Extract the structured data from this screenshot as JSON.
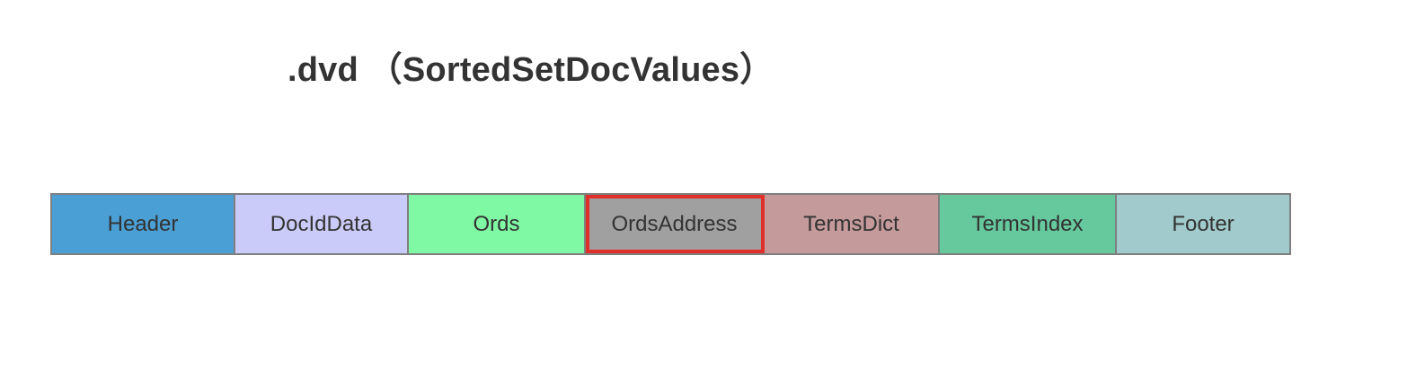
{
  "title": ".dvd （SortedSetDocValues）",
  "segments": [
    {
      "label": "Header",
      "color": "#4a9fd5"
    },
    {
      "label": "DocIdData",
      "color": "#cbcbf9"
    },
    {
      "label": "Ords",
      "color": "#80f9a4"
    },
    {
      "label": "OrdsAddress",
      "color": "#a0a0a0",
      "highlighted": true,
      "highlight_color": "#e0302a"
    },
    {
      "label": "TermsDict",
      "color": "#c59a9a"
    },
    {
      "label": "TermsIndex",
      "color": "#66c89d"
    },
    {
      "label": "Footer",
      "color": "#a0cacb"
    }
  ]
}
